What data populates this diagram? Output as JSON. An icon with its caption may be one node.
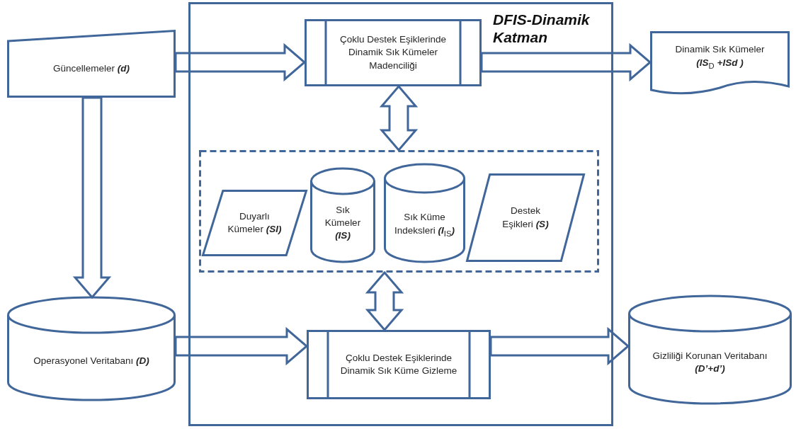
{
  "diagram": {
    "nodes": [
      {
        "text": [
          "DFIS-Dinamik Katman"
        ]
      },
      {
        "text": [
          "Güncellemeler *(d)*"
        ]
      },
      {
        "text": [
          "Çoklu Destek Eşiklerinde Dinamik Sık Kümeler Madenciliği"
        ],
        "in": 0
      },
      {
        "text": [
          "Dinamik Sık Kümeler *(IS*$_{D}$ *+ISd )*"
        ]
      },
      {
        "text": [],
        "shape": "box",
        "in": 0
      },
      {
        "text": [
          "Duyarlı Kümeler *(SI)*"
        ],
        "in": 4
      },
      {
        "text": [
          "Sık Kümeler *(IS)*"
        ],
        "in": 4
      },
      {
        "text": [
          "Sık Küme Indeksleri *(I*$_{IS}$*)*"
        ],
        "in": 4
      },
      {
        "text": [
          "Destek Eşikleri *(S)*"
        ],
        "in": 4
      },
      {
        "text": [
          "Operasyonel Veritabanı *(D)*"
        ]
      },
      {
        "text": [
          "Çoklu Destek Eşiklerinde Dinamik Sık Küme Gizleme"
        ],
        "in": 0
      },
      {
        "text": [
          "Gizliliği Korunan Veritabanı *(D’+d’)*"
        ]
      }
    ],
    "edges": [
      {
        "from": 1,
        "to": 2,
        "arrow": "to"
      },
      {
        "from": 2,
        "to": 3,
        "arrow": "to"
      },
      {
        "from": 2,
        "to": 4,
        "arrow": "both"
      },
      {
        "from": 4,
        "to": 10,
        "arrow": "both"
      },
      {
        "from": 1,
        "to": 9,
        "arrow": "to"
      },
      {
        "from": 9,
        "to": 10,
        "arrow": "to"
      },
      {
        "from": 10,
        "to": 11,
        "arrow": "to"
      }
    ]
  }
}
